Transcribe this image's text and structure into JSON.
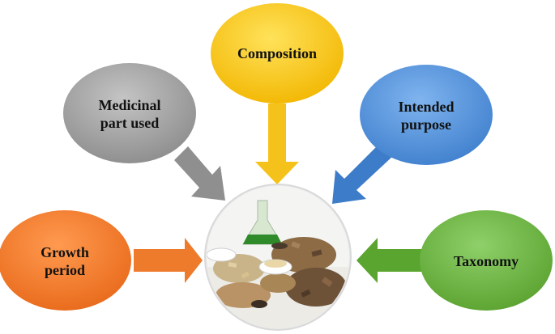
{
  "diagram": {
    "center": {
      "image": "herbal-materials-photo",
      "color_ring": "#d9d9d9"
    },
    "nodes": [
      {
        "id": "composition",
        "label": "Composition",
        "color": "#f5c21b",
        "arrow_color": "#f5c21b"
      },
      {
        "id": "medicinal-part",
        "label": "Medicinal\npart used",
        "color": "#9b9b9b",
        "arrow_color": "#8f8f8f"
      },
      {
        "id": "intended-purpose",
        "label": "Intended\npurpose",
        "color": "#4f8fd6",
        "arrow_color": "#3d7cc9"
      },
      {
        "id": "growth-period",
        "label": "Growth\nperiod",
        "color": "#ee7a2b",
        "arrow_color": "#ee7a2b"
      },
      {
        "id": "taxonomy",
        "label": "Taxonomy",
        "color": "#6bb13f",
        "arrow_color": "#5aa52f"
      }
    ]
  }
}
